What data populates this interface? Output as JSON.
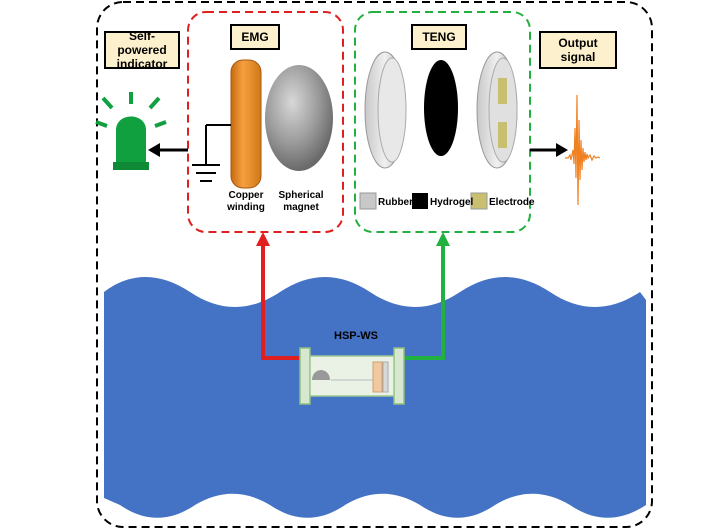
{
  "labels": {
    "indicator": "Self-powered indicator",
    "emg": "EMG",
    "teng": "TENG",
    "output": "Output signal",
    "copper": "Copper winding",
    "magnet": "Spherical magnet",
    "rubber": "Rubber",
    "hydrogel": "Hydrogel",
    "electrode": "Electrode",
    "device": "HSP-WS"
  },
  "colors": {
    "emg_border": "#e02020",
    "teng_border": "#22b040",
    "water": "#4472c4",
    "indicator": "#10a040",
    "copper": "#f0902a",
    "signal": "#f08020"
  }
}
